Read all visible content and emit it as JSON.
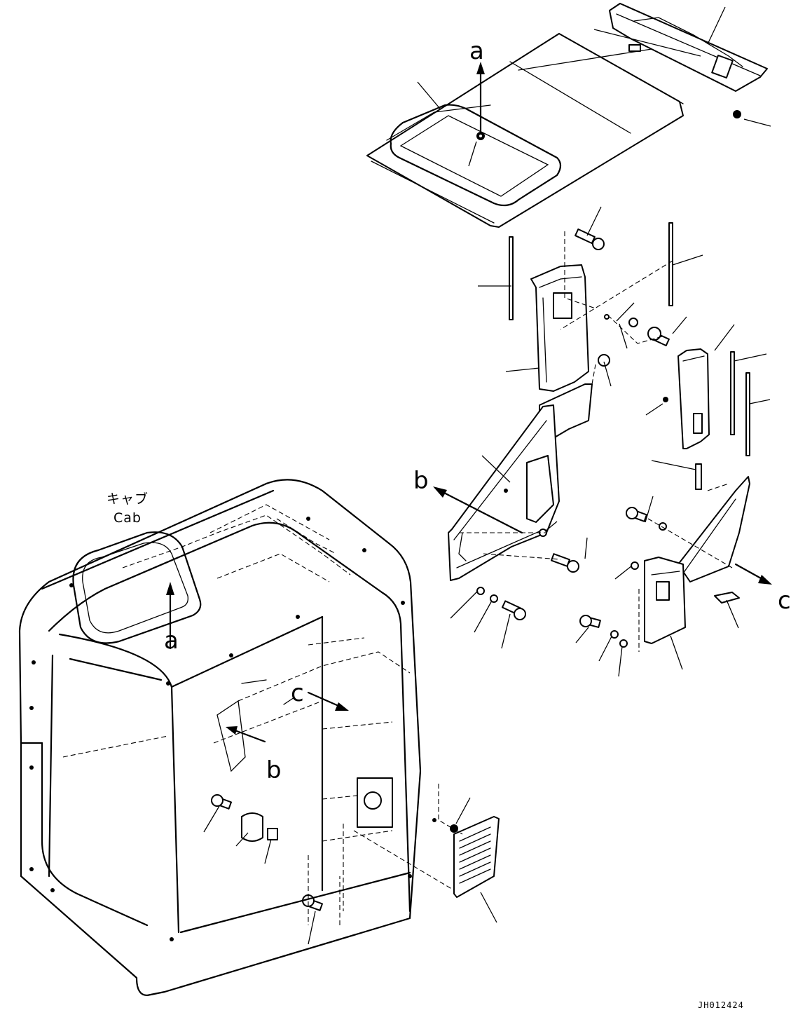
{
  "labels": {
    "cab_jp": "キャブ",
    "cab_en": "Cab",
    "ref_a_top": "a",
    "ref_a_cab": "a",
    "ref_b_part": "b",
    "ref_b_cab": "b",
    "ref_c_part": "c",
    "ref_c_cab": "c",
    "drawing_code": "JH012424"
  }
}
